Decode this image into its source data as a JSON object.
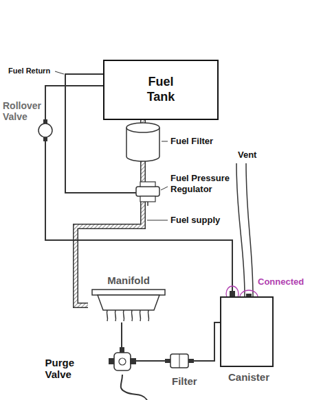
{
  "diagram": {
    "nodes": [
      {
        "text": [
          "Fuel Tank"
        ]
      },
      {
        "text": [
          "Manifold"
        ]
      },
      {
        "text": [
          "Purge Valve"
        ]
      },
      {
        "text": [
          "Canister"
        ]
      }
    ],
    "edges": [
      {
        "from": 0,
        "to": 1,
        "arrow": "none"
      },
      {
        "from": 0,
        "to": 3,
        "arrow": "none"
      },
      {
        "from": 1,
        "to": 2,
        "arrow": "none"
      },
      {
        "from": 2,
        "to": 3,
        "arrow": "none"
      }
    ],
    "labels": [
      "Fuel Return",
      "Rollover Valve",
      "Fuel Filter",
      "Fuel Pressure Regulator",
      "Fuel supply",
      "Vent",
      "Connected",
      "Filter"
    ]
  }
}
